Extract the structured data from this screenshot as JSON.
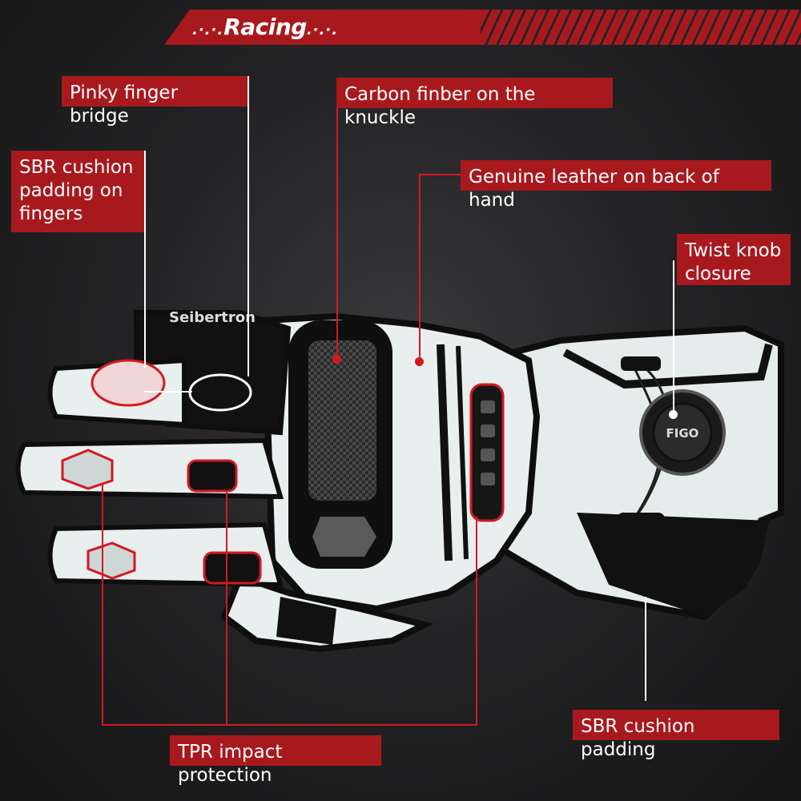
{
  "banner": {
    "title": "Racing"
  },
  "callouts": {
    "pinky_bridge": "Pinky finger bridge",
    "carbon_knuckle": "Carbon finber on the knuckle",
    "sbr_fingers": "SBR cushion\npadding on\nfingers",
    "genuine_leather": "Genuine leather on back of hand",
    "twist_knob": "Twist knob\nclosure",
    "sbr_cushion": "SBR cushion padding",
    "tpr_protection": "TPR impact protection"
  },
  "product": {
    "brand_mark": "Seibertron",
    "knob_mark": "FIGO"
  },
  "colors": {
    "accent_red": "#a8191e",
    "leather_white": "#e9eeee",
    "black": "#111111"
  }
}
